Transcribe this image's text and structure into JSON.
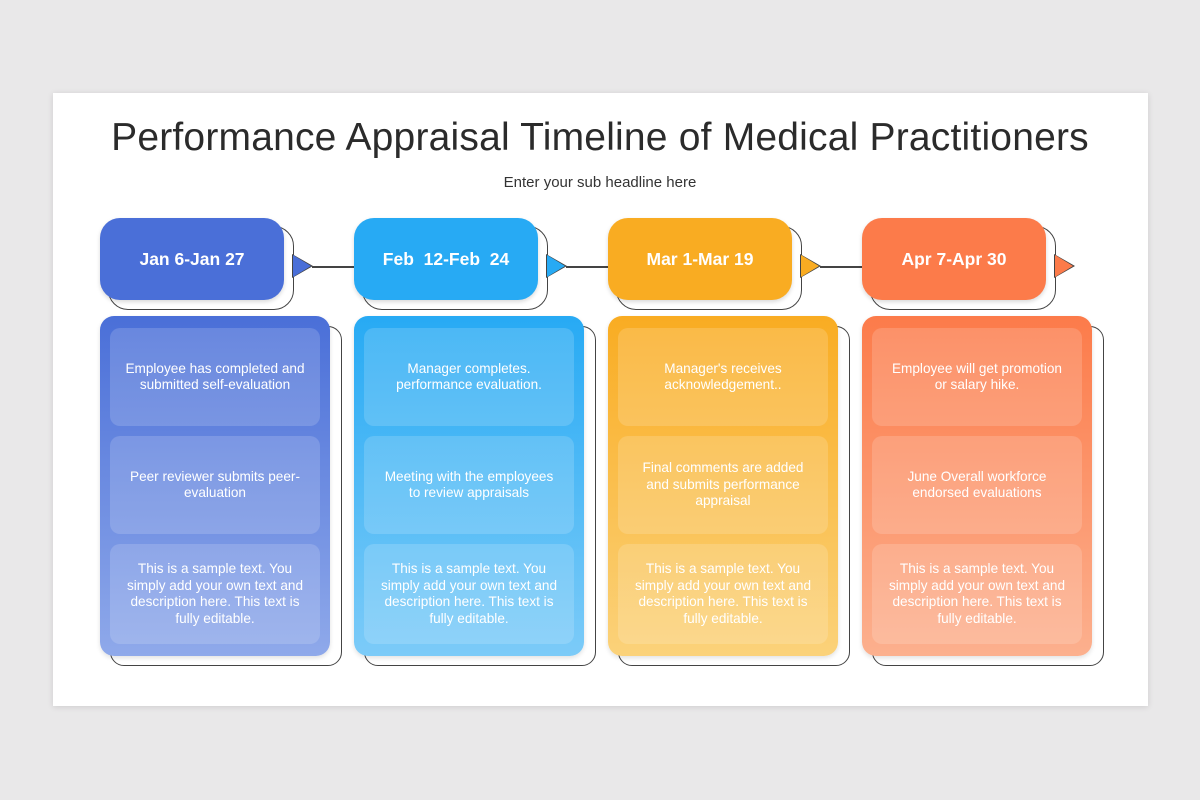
{
  "title": "Performance Appraisal Timeline of Medical Practitioners",
  "subtitle": "Enter your sub headline here",
  "colors": {
    "blue": [
      "#4a6fd8",
      "#8fa9ea"
    ],
    "sky": [
      "#27aaf4",
      "#7ccbf8"
    ],
    "amber": [
      "#f9ac22",
      "#fbd27a"
    ],
    "orange": [
      "#fc7b4a",
      "#fcb08e"
    ]
  },
  "stages": [
    {
      "date": "Jan 6-Jan 27",
      "items": [
        "Employee has completed and submitted self-evaluation",
        "Peer reviewer submits peer-evaluation",
        "This is a sample text. You simply add your own text and description here. This text is fully editable."
      ]
    },
    {
      "date": "Feb  12-Feb  24",
      "items": [
        "Manager completes. performance evaluation.",
        "Meeting with the employees to review appraisals",
        "This is a sample text. You simply add your own text and description here. This text is fully editable."
      ]
    },
    {
      "date": "Mar 1-Mar 19",
      "items": [
        "Manager's receives acknowledgement..",
        "Final comments are added and submits performance appraisal",
        "This is a sample text. You simply add your own text and description here. This text is fully editable."
      ]
    },
    {
      "date": "Apr 7-Apr 30",
      "items": [
        "Employee will get promotion or salary hike.",
        "June Overall workforce endorsed evaluations",
        "This is a sample text. You simply add your own text and description here. This text is fully editable."
      ]
    }
  ]
}
